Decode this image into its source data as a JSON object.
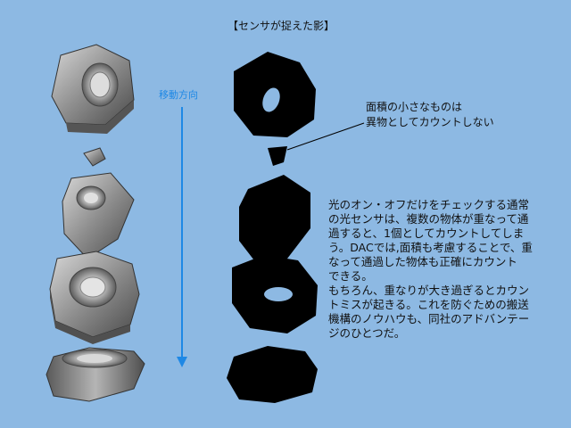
{
  "title": "【センサが捉えた影】",
  "direction_label": "移動方向",
  "note_lines": [
    "面積の小さなものは",
    "異物としてカウントしない"
  ],
  "description_lines": [
    "光のオン・オフだけをチェックする通常",
    "の光センサは、複数の物体が重なって通",
    "過すると、1個としてカウントしてしま",
    "う。DACでは,面積も考慮することで、重",
    "なって通過した物体も正確にカウント",
    "できる。",
    "もちろん、重なりが大き過ぎるとカウン",
    "トミスが起きる。これを防ぐための搬送",
    "機構のノウハウも、同社のアドバンテー",
    "ジのひとつだ。"
  ],
  "colors": {
    "background": "#8db9e3",
    "arrow": "#1e88e5",
    "shadow": "#000000",
    "metal": "#9a9a9a"
  }
}
